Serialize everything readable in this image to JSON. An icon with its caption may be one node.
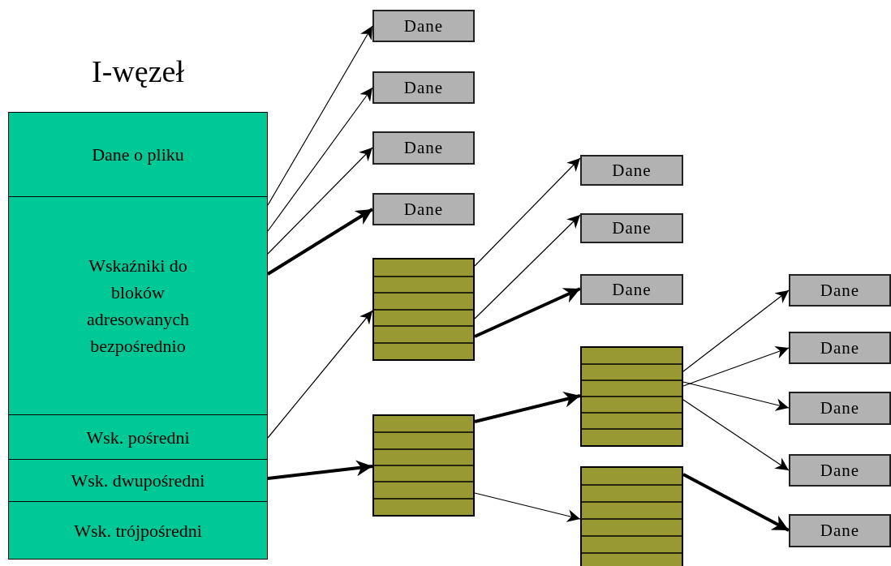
{
  "diagram": {
    "nodes": [
      {
        "text": [
          "I-węzeł"
        ]
      },
      {
        "text": [
          "Dane o pliku"
        ],
        "in": 0
      },
      {
        "text": [
          "Wskaźniki do bloków adresowanych bezpośrednio"
        ],
        "in": 0
      },
      {
        "text": [
          "Wsk. pośredni"
        ],
        "in": 0
      },
      {
        "text": [
          "Wsk. dwupośredni"
        ],
        "in": 0
      },
      {
        "text": [
          "Wsk. trójpośredni"
        ],
        "in": 0
      },
      {
        "text": [
          "Dane"
        ]
      },
      {
        "text": [
          "Dane"
        ]
      },
      {
        "text": [
          "Dane"
        ]
      },
      {
        "text": [
          "Dane"
        ]
      },
      {
        "text": [],
        "shape": "box"
      },
      {
        "text": [
          "Dane"
        ]
      },
      {
        "text": [
          "Dane"
        ]
      },
      {
        "text": [
          "Dane"
        ]
      },
      {
        "text": [],
        "shape": "box"
      },
      {
        "text": [],
        "shape": "box"
      },
      {
        "text": [],
        "shape": "box"
      },
      {
        "text": [
          "Dane"
        ]
      },
      {
        "text": [
          "Dane"
        ]
      },
      {
        "text": [
          "Dane"
        ]
      },
      {
        "text": [
          "Dane"
        ]
      },
      {
        "text": [
          "Dane"
        ]
      }
    ],
    "edges": [
      {
        "from": 2,
        "to": 6,
        "arrow": "to"
      },
      {
        "from": 2,
        "to": 7,
        "arrow": "to"
      },
      {
        "from": 2,
        "to": 8,
        "arrow": "to"
      },
      {
        "from": 2,
        "to": 9,
        "arrow": "to",
        "style": "thick"
      },
      {
        "from": 3,
        "to": 10,
        "arrow": "to"
      },
      {
        "from": 4,
        "to": 14,
        "arrow": "to",
        "style": "thick"
      },
      {
        "from": 10,
        "to": 11,
        "arrow": "to"
      },
      {
        "from": 10,
        "to": 12,
        "arrow": "to"
      },
      {
        "from": 10,
        "to": 13,
        "arrow": "to",
        "style": "thick"
      },
      {
        "from": 14,
        "to": 15,
        "arrow": "to",
        "style": "thick"
      },
      {
        "from": 14,
        "to": 16,
        "arrow": "to"
      },
      {
        "from": 15,
        "to": 17,
        "arrow": "to"
      },
      {
        "from": 15,
        "to": 18,
        "arrow": "to"
      },
      {
        "from": 15,
        "to": 19,
        "arrow": "to"
      },
      {
        "from": 15,
        "to": 20,
        "arrow": "to"
      },
      {
        "from": 16,
        "to": 21,
        "arrow": "to",
        "style": "thick"
      }
    ]
  }
}
